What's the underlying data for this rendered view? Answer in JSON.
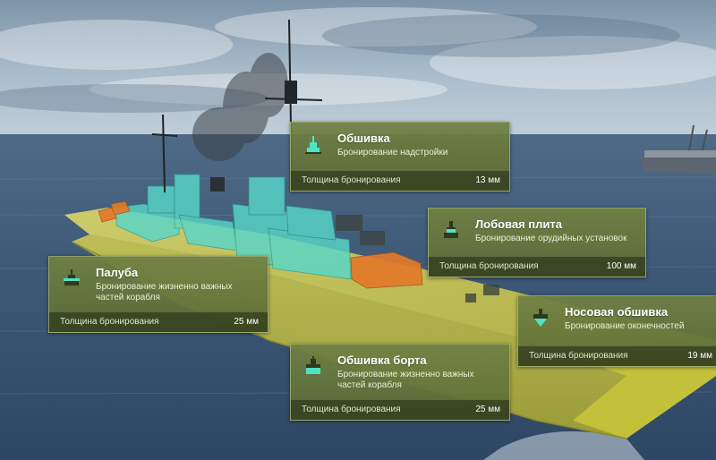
{
  "colors": {
    "panel_bg": "#6f8044",
    "panel_footer": "#2f3a1c",
    "accent_icon": "#4fe3c4",
    "citadel_highlight": "#58d6c8",
    "hull_highlight": "#d8d24a",
    "turret_highlight": "#e07b2a"
  },
  "panels": {
    "obshivka": {
      "icon": "superstructure-armor-icon",
      "title": "Обшивка",
      "desc": "Бронирование надстройки",
      "thickness_label": "Толщина бронирования",
      "thickness_value": "13 мм"
    },
    "lobovaya": {
      "icon": "turret-armor-icon",
      "title": "Лобовая плита",
      "desc": "Бронирование орудийных установок",
      "thickness_label": "Толщина бронирования",
      "thickness_value": "100 мм"
    },
    "paluba": {
      "icon": "deck-armor-icon",
      "title": "Палуба",
      "desc": "Бронирование жизненно важных частей корабля",
      "thickness_label": "Толщина бронирования",
      "thickness_value": "25 мм"
    },
    "nosovaya": {
      "icon": "bow-armor-icon",
      "title": "Носовая обшивка",
      "desc": "Бронирование оконечностей",
      "thickness_label": "Толщина бронирования",
      "thickness_value": "19 мм"
    },
    "bort": {
      "icon": "belt-armor-icon",
      "title": "Обшивка борта",
      "desc": "Бронирование жизненно важных частей корабля",
      "thickness_label": "Толщина бронирования",
      "thickness_value": "25 мм"
    }
  }
}
